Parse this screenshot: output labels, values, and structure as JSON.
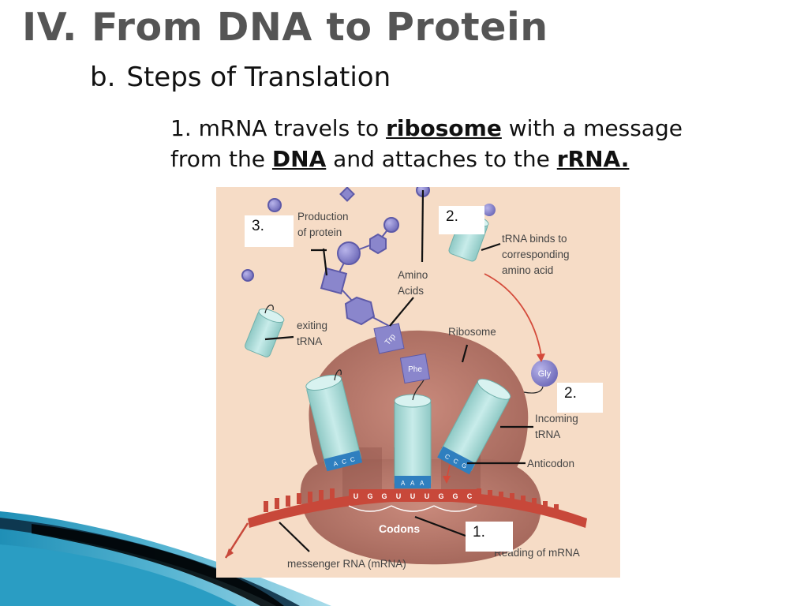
{
  "slide": {
    "title_num": "IV.",
    "title_text": "From DNA to Protein",
    "subtitle_letter": "b.",
    "subtitle_text": "Steps of Translation",
    "step": {
      "part1": "1.  mRNA travels to ",
      "ribosome": "ribosome",
      "part2": " with a message",
      "part3": "from the ",
      "dna": "DNA",
      "part4": " and attaches to the ",
      "rrna": "rRNA."
    }
  },
  "figure": {
    "labels": {
      "production": "Production",
      "of_protein": "of protein",
      "amino": "Amino",
      "acids": "Acids",
      "trna_binds": "tRNA binds to",
      "corresponding": "corresponding",
      "amino_acid": "amino acid",
      "exiting": "exiting",
      "trna_exit": "tRNA",
      "ribosome": "Ribosome",
      "incoming": "Incoming",
      "trna_in": "tRNA",
      "anticodon": "Anticodon",
      "codons": "Codons",
      "reading": "Reading of mRNA",
      "messenger": "messenger RNA (mRNA)"
    },
    "amino_acids": {
      "trp": "Trp",
      "phe": "Phe",
      "gly": "Gly"
    },
    "bases": {
      "mrna": [
        "U",
        "G",
        "G",
        "U",
        "U",
        "U",
        "G",
        "G",
        "C"
      ],
      "anticodon_left": [
        "A",
        "C",
        "C"
      ],
      "anticodon_mid": [
        "A",
        "A",
        "A"
      ],
      "anticodon_right": [
        "C",
        "C",
        "G"
      ]
    },
    "callouts": {
      "c3": "3.",
      "c2_top": "2.",
      "c2_mid": "2.",
      "c1": "1."
    }
  },
  "colors": {
    "title": "#555555",
    "figure_bg": "#f6dcc6",
    "ribosome": "#b57466",
    "mrna": "#c8483a",
    "trna": "#a8d8d4",
    "amino_acid": "#8a86cc"
  }
}
